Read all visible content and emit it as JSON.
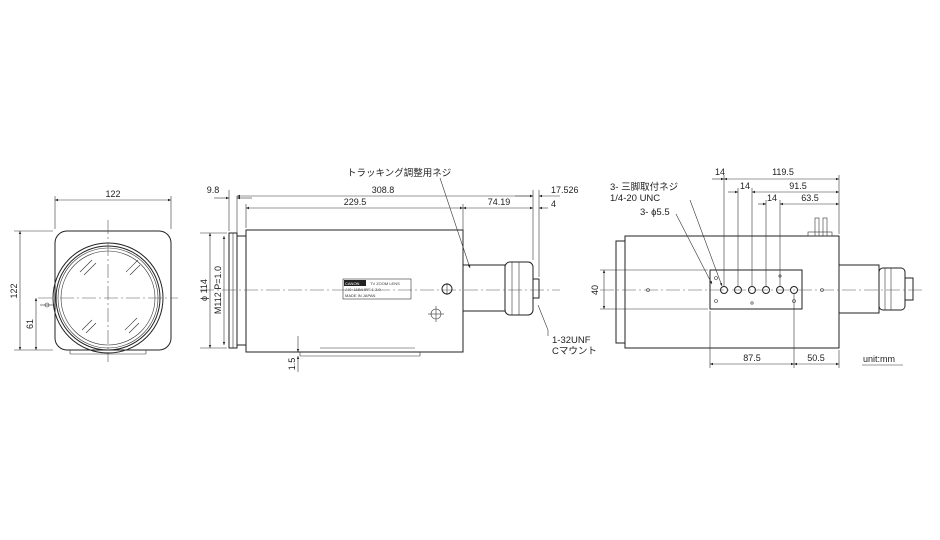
{
  "front_view": {
    "width_label": "122",
    "height_label": "122",
    "center_height_label": "61"
  },
  "side_view": {
    "label_9_8": "9.8",
    "label_308_8": "308.8",
    "label_229_5": "229.5",
    "label_74_19": "74.19",
    "label_17_526": "17.526",
    "label_4": "4",
    "label_phi114": "ϕ 114",
    "label_m112": "M112 P=1.0",
    "label_1_5": "1.5",
    "tracking_screw_label": "トラッキング調整用ネジ",
    "mount_label_1": "1-32UNF",
    "mount_label_2": "Cマウント",
    "nameplate": {
      "brand": "CANON",
      "line1": "TV ZOOM LENS",
      "line2": "J40×11B4 IRS 1:2.0",
      "line3": "MADE IN JAPAN"
    }
  },
  "bottom_view": {
    "label_14_a": "14",
    "label_119_5": "119.5",
    "label_14_b": "14",
    "label_91_5": "91.5",
    "label_14_c": "14",
    "label_63_5": "63.5",
    "tripod_label_1": "3- 三脚取付ネジ",
    "tripod_label_2": "1/4-20 UNC",
    "hole_label": "3- ϕ5.5",
    "label_40": "40",
    "label_87_5": "87.5",
    "label_50_5": "50.5"
  },
  "unit_label": "unit:mm"
}
